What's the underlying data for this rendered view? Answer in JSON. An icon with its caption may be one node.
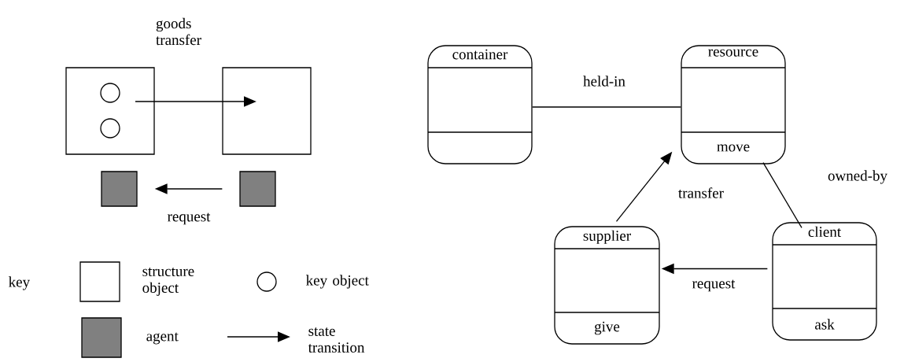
{
  "diagram": {
    "nodes": [
      {
        "text": [],
        "shape": "box"
      },
      {
        "text": [],
        "shape": "circle",
        "in": 0
      },
      {
        "text": [],
        "shape": "circle",
        "in": 0
      },
      {
        "text": [],
        "shape": "box"
      },
      {
        "text": [],
        "shape": "box"
      },
      {
        "text": [],
        "shape": "box"
      },
      {
        "text": [
          "container"
        ]
      },
      {
        "text": [
          "resource",
          "move"
        ]
      },
      {
        "text": [
          "supplier",
          "give"
        ]
      },
      {
        "text": [
          "client",
          "ask"
        ]
      }
    ],
    "edges": [
      {
        "from": 0,
        "to": 3,
        "arrow": "to",
        "label": "goods transfer"
      },
      {
        "from": 5,
        "to": 4,
        "arrow": "to",
        "label": "request"
      },
      {
        "from": 6,
        "to": 7,
        "arrow": "none",
        "label": "held-in"
      },
      {
        "from": 8,
        "to": 7,
        "arrow": "to",
        "label": "transfer"
      },
      {
        "from": 7,
        "to": 9,
        "arrow": "none",
        "label": "owned-by"
      },
      {
        "from": 9,
        "to": 8,
        "arrow": "to",
        "label": "request"
      }
    ],
    "labels": [
      "key"
    ],
    "legend": [
      {
        "text": "structure object"
      },
      {
        "text": "key object"
      },
      {
        "text": "agent",
        "color": "#808080"
      },
      {
        "text": "state transition"
      }
    ]
  }
}
